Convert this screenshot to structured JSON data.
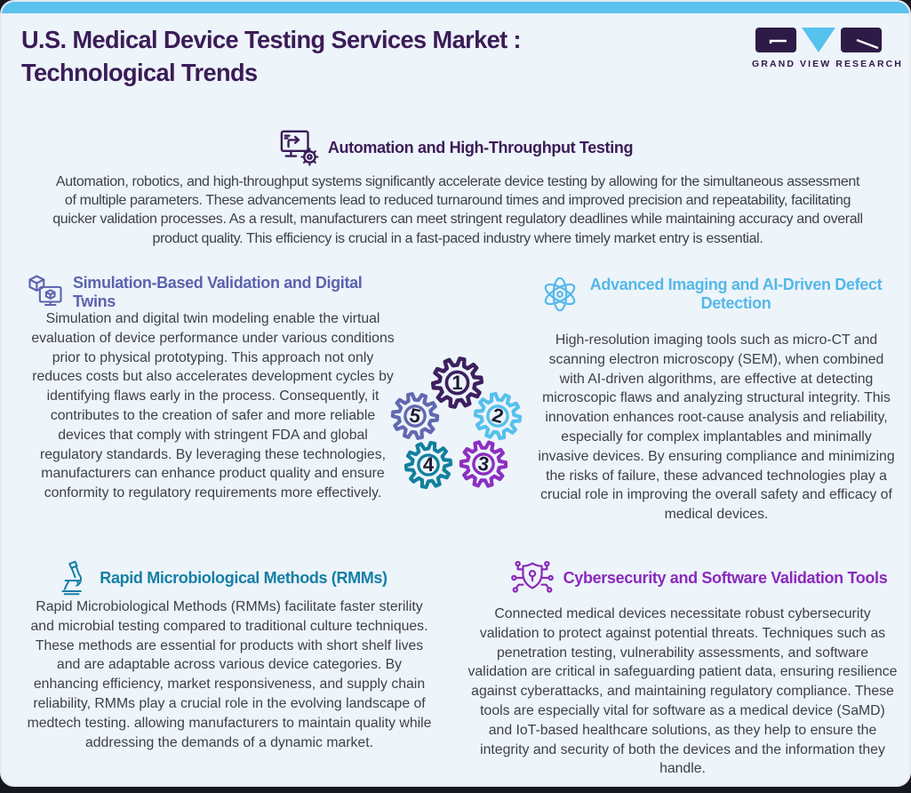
{
  "page": {
    "title_line1": "U.S. Medical Device Testing Services Market :",
    "title_line2": "Technological Trends",
    "topbar_color": "#5bc2ee",
    "background_color": "#edf4fa",
    "title_color": "#3b1c57"
  },
  "logo": {
    "text": "GRAND VIEW RESEARCH",
    "mark_dark_color": "#2e1a47",
    "mark_blue_color": "#56c2ee"
  },
  "sections": [
    {
      "id": "automation",
      "title": "Automation and High-Throughput Testing",
      "icon": "monitor-gear-icon",
      "color": "#3b1c57",
      "body": "Automation, robotics, and high-throughput systems significantly accelerate device testing by allowing for the simultaneous assessment of multiple parameters. These advancements lead to reduced turnaround times and improved precision and repeatability, facilitating quicker validation processes. As a result, manufacturers can meet stringent regulatory deadlines while maintaining accuracy and overall product quality. This efficiency is crucial in a fast-paced industry where timely market entry is essential."
    },
    {
      "id": "simulation",
      "title": "Simulation-Based Validation and Digital Twins",
      "icon": "cube-monitor-icon",
      "color": "#5c63ae",
      "body": "Simulation and digital twin modeling enable the virtual evaluation of device performance under various conditions prior to physical prototyping. This approach not only reduces costs but also accelerates development cycles by identifying flaws early in the process. Consequently, it contributes to the creation of safer and more reliable devices that comply with stringent FDA and global regulatory standards. By leveraging these technologies, manufacturers can enhance product quality and ensure conformity to regulatory requirements more effectively."
    },
    {
      "id": "imaging",
      "title": "Advanced Imaging and AI-Driven Defect Detection",
      "icon": "atom-icon",
      "color": "#55b8e9",
      "body": "High-resolution imaging tools such as micro-CT and scanning electron microscopy (SEM), when combined with AI-driven algorithms, are effective at detecting microscopic flaws and analyzing structural integrity. This innovation enhances root-cause analysis and reliability, especially for complex implantables and minimally invasive devices. By ensuring compliance and minimizing the risks of failure, these advanced technologies play a crucial role in improving the overall safety and efficacy of medical devices."
    },
    {
      "id": "rmm",
      "title": "Rapid Microbiological Methods (RMMs)",
      "icon": "microscope-icon",
      "color": "#147fa5",
      "body": "Rapid Microbiological Methods (RMMs) facilitate faster sterility and microbial testing compared to traditional culture techniques. These methods are essential for products with short shelf lives and are adaptable across various device categories. By enhancing efficiency, market responsiveness, and supply chain reliability, RMMs play a crucial role in the evolving landscape of medtech testing. allowing manufacturers to maintain quality while addressing the demands of a dynamic market."
    },
    {
      "id": "cybersecurity",
      "title": "Cybersecurity and Software Validation Tools",
      "icon": "shield-lock-icon",
      "color": "#8a2abc",
      "body": "Connected medical devices necessitate robust cybersecurity validation to protect against potential threats. Techniques such as penetration testing, vulnerability assessments, and software validation are critical in safeguarding patient data, ensuring resilience against cyberattacks, and maintaining regulatory compliance. These tools are especially vital for software as a medical device (SaMD) and IoT-based healthcare solutions, as they help to ensure the integrity and security of both the devices and the information they handle."
    }
  ],
  "gears": {
    "items": [
      {
        "number": "1",
        "color": "#3d2060"
      },
      {
        "number": "2",
        "color": "#56c0ed"
      },
      {
        "number": "3",
        "color": "#8c2fc0"
      },
      {
        "number": "4",
        "color": "#12809e"
      },
      {
        "number": "5",
        "color": "#6268b0"
      }
    ]
  }
}
